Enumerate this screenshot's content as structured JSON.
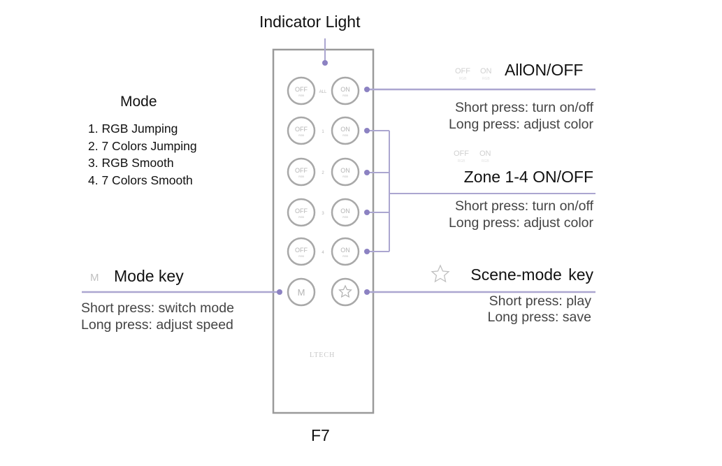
{
  "labels": {
    "indicator_light": "Indicator Light",
    "model_name": "F7",
    "brand": "LTECH"
  },
  "mode": {
    "title": "Mode",
    "items": [
      "1. RGB Jumping",
      "2. 7 Colors Jumping",
      "3. RGB Smooth",
      "4. 7 Colors Smooth"
    ]
  },
  "callouts": {
    "all_on_off": {
      "title": "AllON/OFF",
      "icon_off": "OFF",
      "icon_on": "ON",
      "short_press": "Short press: turn on/off",
      "long_press": "Long press: adjust color"
    },
    "zone_on_off": {
      "title": "Zone 1-4 ON/OFF",
      "icon_off": "OFF",
      "icon_on": "ON",
      "short_press": "Short press: turn on/off",
      "long_press": "Long press: adjust color"
    },
    "mode_key": {
      "icon": "M",
      "title": "Mode key",
      "short_press": "Short press: switch mode",
      "long_press": "Long press: adjust speed"
    },
    "scene_key": {
      "icon": "star-icon",
      "title": "Scene-mode  key",
      "short_press": "Short press: play",
      "long_press": "Long press: save"
    }
  },
  "remote": {
    "rows": [
      {
        "left": "OFF",
        "middle": "ALL",
        "right": "ON"
      },
      {
        "left": "OFF",
        "middle": "1",
        "right": "ON"
      },
      {
        "left": "OFF",
        "middle": "2",
        "right": "ON"
      },
      {
        "left": "OFF",
        "middle": "3",
        "right": "ON"
      },
      {
        "left": "OFF",
        "middle": "4",
        "right": "ON"
      }
    ],
    "mode_button": "M",
    "scene_button": "star-icon"
  },
  "colors": {
    "connector_line": "#aba6d0",
    "connector_dot": "#8c82c2",
    "remote_border": "#9a9a9a",
    "button_ring": "#a8a8a8"
  }
}
